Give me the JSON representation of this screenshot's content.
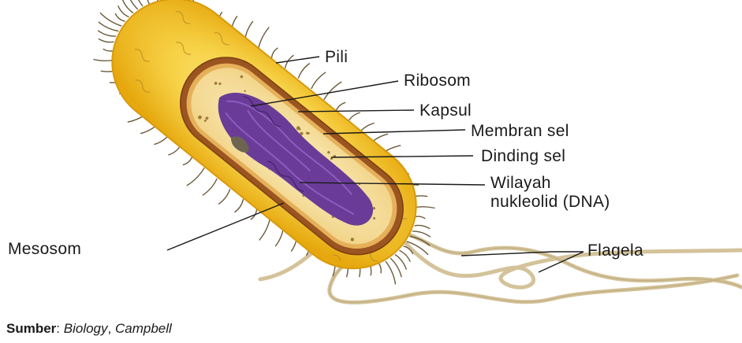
{
  "labels": {
    "pili": "Pili",
    "ribosom": "Ribosom",
    "kapsul": "Kapsul",
    "membran_sel": "Membran sel",
    "dinding_sel": "Dinding sel",
    "wilayah": "Wilayah",
    "nukleoid": "nukleolid (DNA)",
    "mesosom": "Mesosom",
    "flagela": "Flagela"
  },
  "source": {
    "prefix": "Sumber",
    "separator": ": ",
    "title": "Biology",
    "author_sep": ", ",
    "author": "Campbell"
  },
  "colors": {
    "capsule": "#f5c830",
    "capsule_edge": "#e0a810",
    "cell_wall": "#9a5520",
    "cytoplasm": "#f6dd90",
    "nucleoid": "#6a3c98",
    "flagella": "#d8c9a0",
    "pili": "#6b5a3a"
  }
}
